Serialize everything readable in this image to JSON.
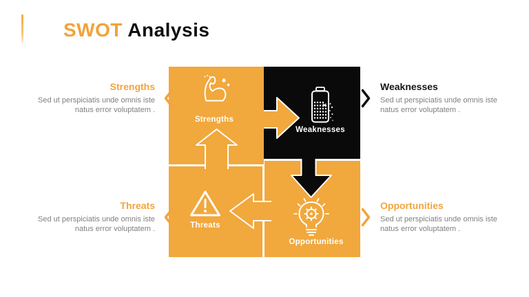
{
  "slide": {
    "title": {
      "highlight": "SWOT",
      "rest": "Analysis"
    },
    "colors": {
      "orange": "#F1A83D",
      "title_orange": "#F2A23B",
      "black": "#0A0A0A",
      "body_text": "#7F7F7F",
      "white": "#FFFFFF"
    },
    "matrix": {
      "quadrants": [
        {
          "label": "Strengths",
          "icon": "muscle-arm-icon",
          "bg": "orange"
        },
        {
          "label": "Weaknesses",
          "icon": "low-battery-icon",
          "bg": "black"
        },
        {
          "label": "Threats",
          "icon": "warning-triangle-icon",
          "bg": "orange"
        },
        {
          "label": "Opportunities",
          "icon": "lightbulb-gear-icon",
          "bg": "orange"
        }
      ]
    },
    "callouts": {
      "strengths": {
        "title": "Strengths",
        "body": "Sed ut perspiciatis unde omnis iste natus error voluptatem ."
      },
      "weaknesses": {
        "title": "Weaknesses",
        "body": "Sed ut perspiciatis unde omnis iste natus error voluptatem ."
      },
      "threats": {
        "title": "Threats",
        "body": "Sed ut perspiciatis unde omnis iste natus error voluptatem ."
      },
      "opportunities": {
        "title": "Opportunities",
        "body": "Sed ut perspiciatis unde omnis iste natus error voluptatem ."
      }
    }
  }
}
